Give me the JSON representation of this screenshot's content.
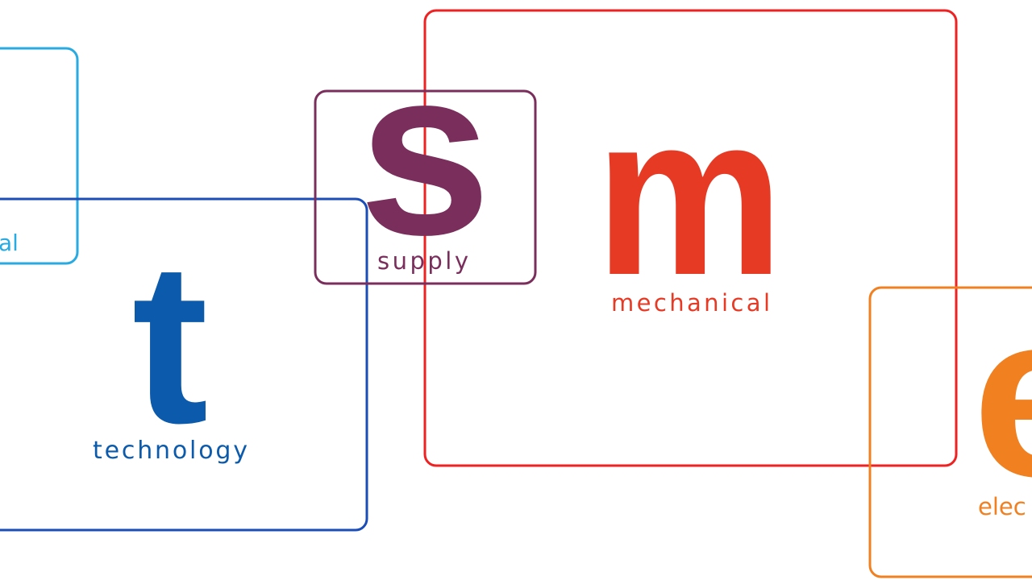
{
  "colors": {
    "electrical_partial": "#29aae1",
    "technology": "#0b5aab",
    "technology_border": "#1a4db8",
    "supply": "#7a2e5c",
    "mechanical": "#e63a25",
    "mechanical_border": "#ee2222",
    "electrical": "#f08020"
  },
  "cards": {
    "electrical_left": {
      "label": "al"
    },
    "technology": {
      "letter": "t",
      "label": "technology"
    },
    "supply": {
      "letter": "s",
      "label": "supply"
    },
    "mechanical": {
      "letter": "m",
      "label": "mechanical"
    },
    "electrical_right": {
      "letter": "e",
      "label": "elec"
    }
  }
}
